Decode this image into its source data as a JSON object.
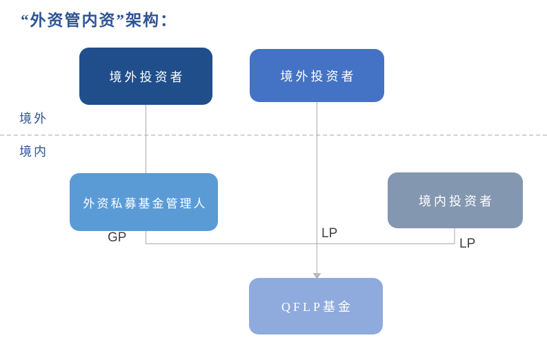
{
  "title": "“外资管内资”架构：",
  "regions": {
    "offshore": "境外",
    "onshore": "境内"
  },
  "nodes": [
    {
      "id": "offshore-investor-left",
      "label": "境外投资者",
      "color": "#1F4E8B"
    },
    {
      "id": "offshore-investor-right",
      "label": "境外投资者",
      "color": "#4472C4"
    },
    {
      "id": "foreign-pe-manager",
      "label": "外资私募基金管理人",
      "color": "#5B9BD5"
    },
    {
      "id": "domestic-investor",
      "label": "境内投资者",
      "color": "#8497B0"
    },
    {
      "id": "qflp-fund",
      "label": "QFLP基金",
      "color": "#8FAADC"
    }
  ],
  "edge_labels": {
    "gp": "GP",
    "lp_center": "LP",
    "lp_right": "LP"
  },
  "colors": {
    "title_text": "#2E5395",
    "region_label_text": "#2E5395",
    "connector_line": "#A9A9A9",
    "dashed_divider": "#D2D2D2",
    "edge_label_text": "#3F3F3F",
    "background": "#FFFFFF"
  }
}
